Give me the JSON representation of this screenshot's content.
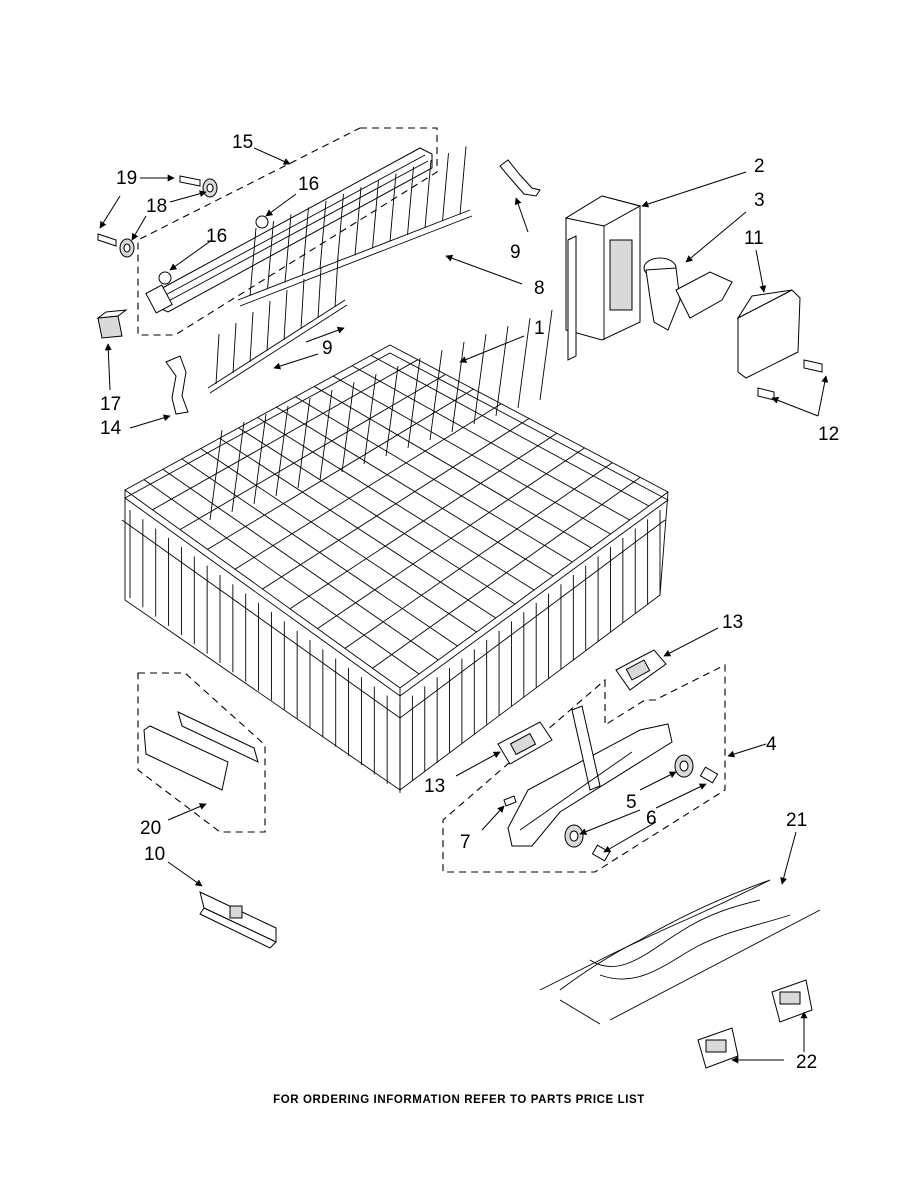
{
  "callouts": {
    "c1": "1",
    "c2": "2",
    "c3": "3",
    "c4": "4",
    "c5": "5",
    "c6": "6",
    "c7": "7",
    "c8": "8",
    "c9a": "9",
    "c9b": "9",
    "c10": "10",
    "c11": "11",
    "c12": "12",
    "c13a": "13",
    "c13b": "13",
    "c14": "14",
    "c15": "15",
    "c16a": "16",
    "c16b": "16",
    "c17": "17",
    "c18": "18",
    "c19": "19",
    "c20": "20",
    "c21": "21",
    "c22": "22"
  },
  "footer": "FOR ORDERING INFORMATION REFER TO PARTS PRICE LIST"
}
